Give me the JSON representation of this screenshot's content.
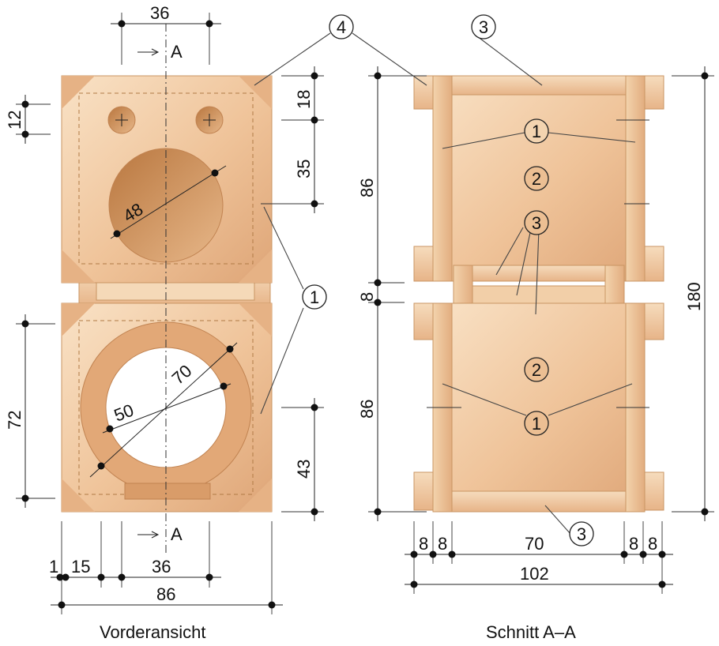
{
  "colors": {
    "panel_light": "#f7dcbc",
    "panel_mid": "#eec195",
    "panel_dark": "#dba173",
    "speaker_hole": "#c8864f",
    "line": "#222222"
  },
  "front_view": {
    "caption": "Vorderansicht",
    "section_marker_top": "A",
    "section_marker_bottom": "A",
    "dims": {
      "top_width": "36",
      "right_top": "18",
      "right_mid": "35",
      "left_small": "12",
      "left_lower": "72",
      "right_lower": "43",
      "bottom_1": "1",
      "bottom_15": "15",
      "bottom_36": "36",
      "bottom_total": "86",
      "diam_48": "48",
      "diam_70": "70",
      "diam_50": "50"
    }
  },
  "section_view": {
    "caption": "Schnitt A–A",
    "dims": {
      "left_upper": "86",
      "left_gap": "8",
      "left_lower": "86",
      "right_total": "180",
      "bottom_8a": "8",
      "bottom_8b": "8",
      "bottom_70": "70",
      "bottom_8c": "8",
      "bottom_8d": "8",
      "bottom_total": "102"
    }
  },
  "callouts": {
    "c1": "1",
    "c2": "2",
    "c3": "3",
    "c4": "4"
  }
}
